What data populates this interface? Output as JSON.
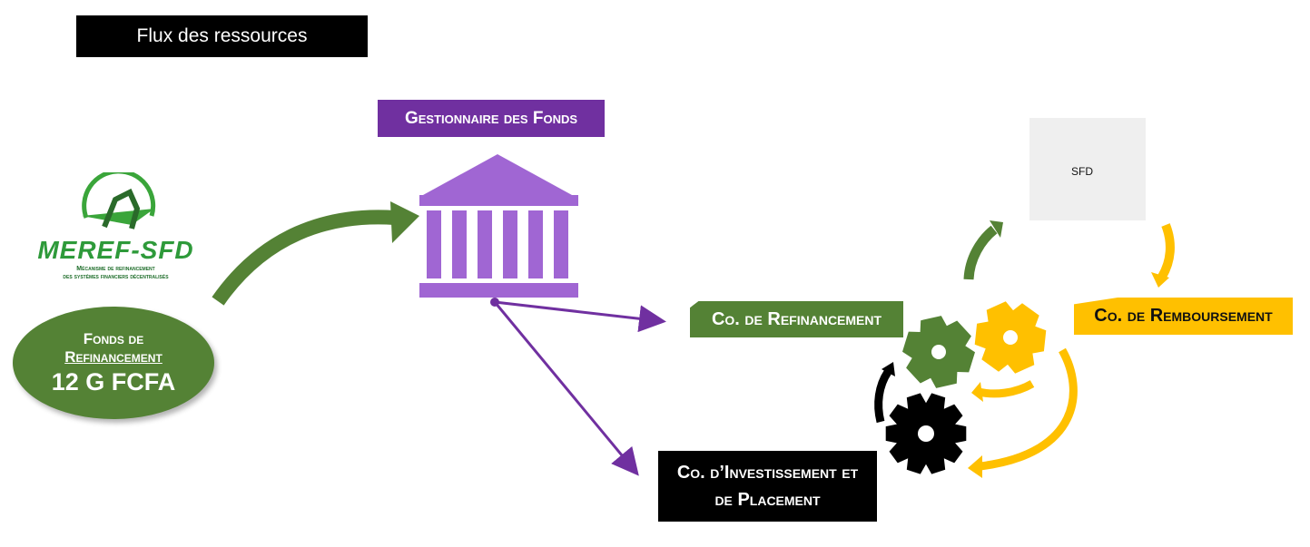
{
  "title": "Flux des ressources",
  "logo": {
    "name": "MEREF-SFD",
    "subtitle_line1": "Mécanisme de refinancement",
    "subtitle_line2": "des systèmes financiers décentralisés"
  },
  "fund": {
    "line1": "Fonds de",
    "line2": "Refinancement",
    "amount": "12 G FCFA"
  },
  "manager_label": "Gestionnaire des Fonds",
  "refinancing_label": "Co. de Refinancement",
  "repayment_label": "Co. de Remboursement",
  "investment_label_line1": "Co. d’Investissement et",
  "investment_label_line2": "de Placement",
  "sfd_label": "SFD",
  "colors": {
    "green": "#548235",
    "purple": "#7030A0",
    "bank": "#A066D3",
    "yellow": "#FFC000",
    "black": "#000000"
  }
}
